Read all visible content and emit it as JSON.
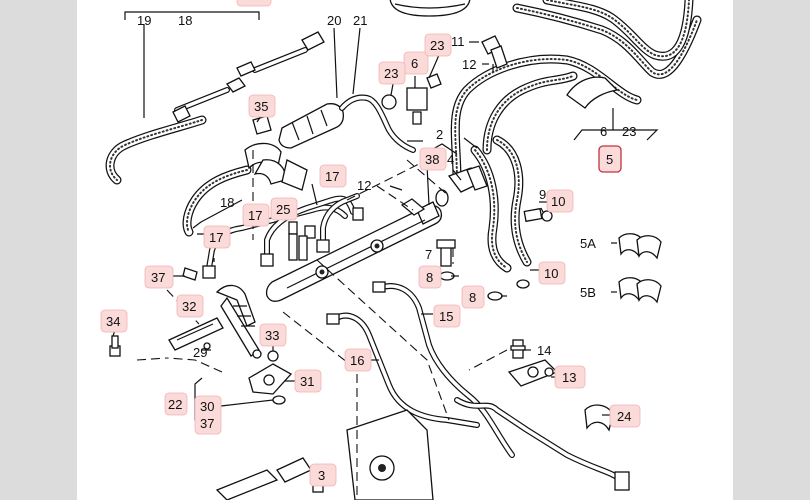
{
  "labels": {
    "p19": "19",
    "p18a": "18",
    "p20": "20",
    "p21": "21",
    "p35": "35",
    "p11": "11",
    "p12a": "12",
    "p6a": "6",
    "p23a": "23",
    "p23b": "23",
    "p2": "2",
    "p38": "38",
    "p4": "4",
    "p12b": "12",
    "p17a": "17",
    "p18b": "18",
    "p17b": "17",
    "p25": "25",
    "p17c": "17",
    "p37a": "37",
    "p32": "32",
    "p34": "34",
    "p29": "29",
    "p33": "33",
    "p31": "31",
    "p22": "22",
    "p30": "30",
    "p37b": "37",
    "p9": "9",
    "p10a": "10",
    "p7": "7",
    "p8a": "8",
    "p8b": "8",
    "p10b": "10",
    "p15": "15",
    "p16": "16",
    "p14": "14",
    "p13": "13",
    "p24": "24",
    "p3": "3",
    "p6b": "6",
    "p23c": "23",
    "p5": "5",
    "p5A": "5A",
    "p5B": "5B"
  },
  "colors": {
    "highlight": "#fbdada",
    "highlight_border": "#f2b3b3",
    "box_border": "#c0343d",
    "line": "#111111",
    "background": "#dcdcdc"
  }
}
